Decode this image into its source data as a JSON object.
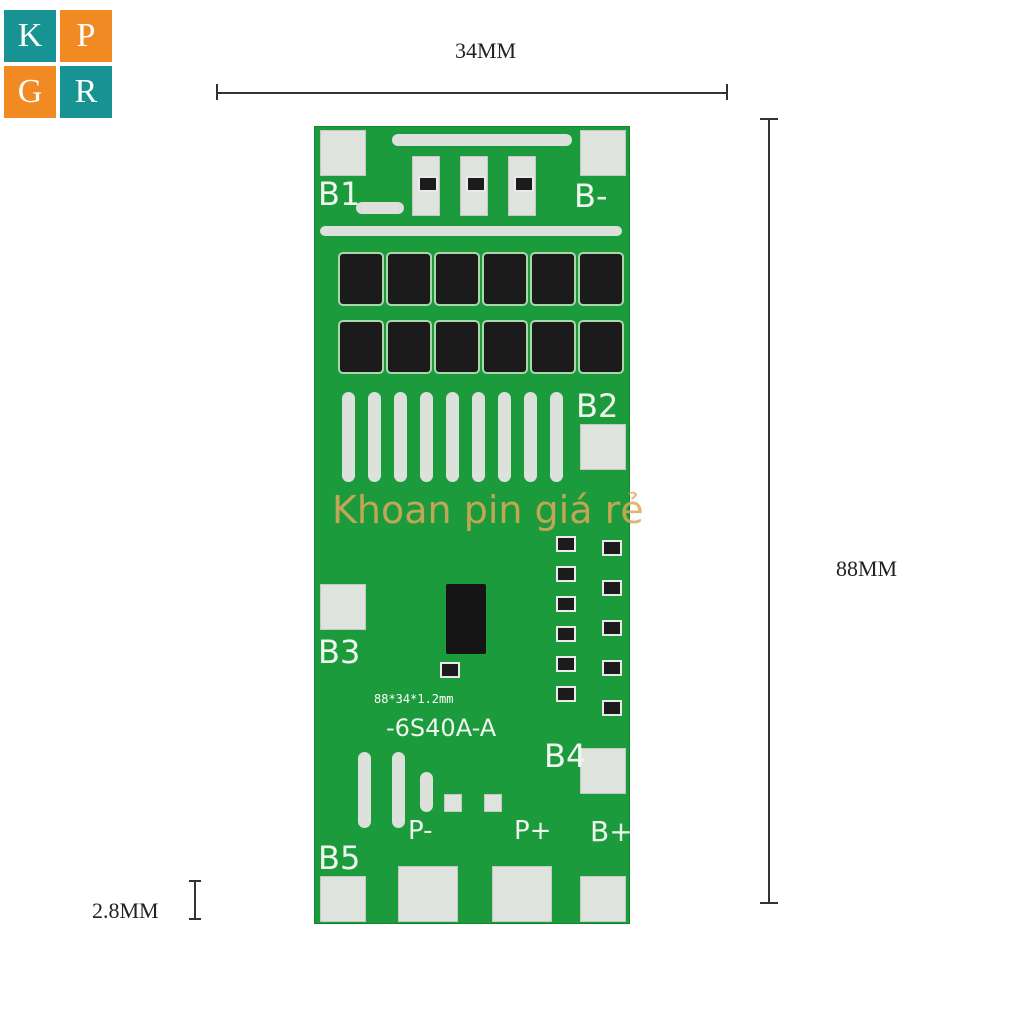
{
  "logo": {
    "letters": [
      "K",
      "P",
      "G",
      "R"
    ],
    "colors": {
      "teal": "#179393",
      "orange": "#f28a24"
    }
  },
  "dimensions": {
    "width": "34MM",
    "height": "88MM",
    "thickness": "2.8MM"
  },
  "board": {
    "labels": {
      "b1": "B1",
      "b_minus": "B-",
      "b2": "B2",
      "b3": "B3",
      "b4": "B4",
      "b5": "B5",
      "p_minus": "P-",
      "p_plus": "P+",
      "b_plus": "B+",
      "size_text": "88*34*1.2mm",
      "model": "-6S40A-A"
    },
    "watermark": "Khoan pin giá rẻ",
    "colors": {
      "pcb": "#1c9b3c",
      "pad": "#dfe3de"
    }
  }
}
